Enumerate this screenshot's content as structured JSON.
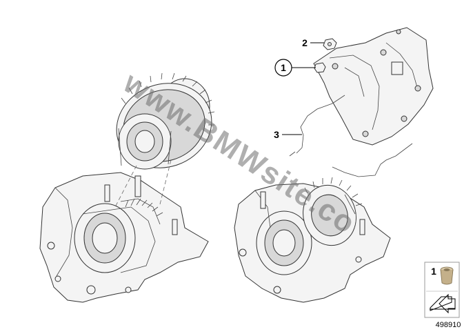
{
  "callouts": [
    {
      "label": "1"
    },
    {
      "label": "2"
    },
    {
      "label": "3"
    }
  ],
  "watermark": {
    "text": "www.BMWsite.co"
  },
  "inset": {
    "item_label": "1",
    "diagram_id": "498910"
  },
  "icons": [
    "bushing-icon",
    "arrow-icon"
  ]
}
